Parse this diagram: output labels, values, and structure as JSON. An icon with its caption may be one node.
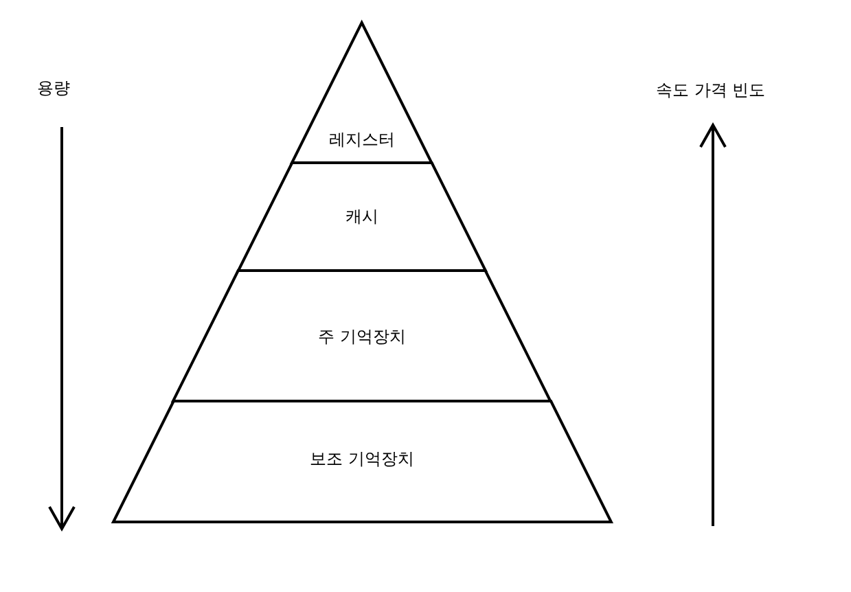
{
  "diagram": {
    "nodes": [
      {
        "text": [
          "레지스터"
        ]
      },
      {
        "text": [
          "캐시"
        ]
      },
      {
        "text": [
          "주 기억장치"
        ]
      },
      {
        "text": [
          "보조 기억장치"
        ]
      }
    ],
    "labels": [
      "용량",
      "속도 가격 빈도"
    ]
  }
}
